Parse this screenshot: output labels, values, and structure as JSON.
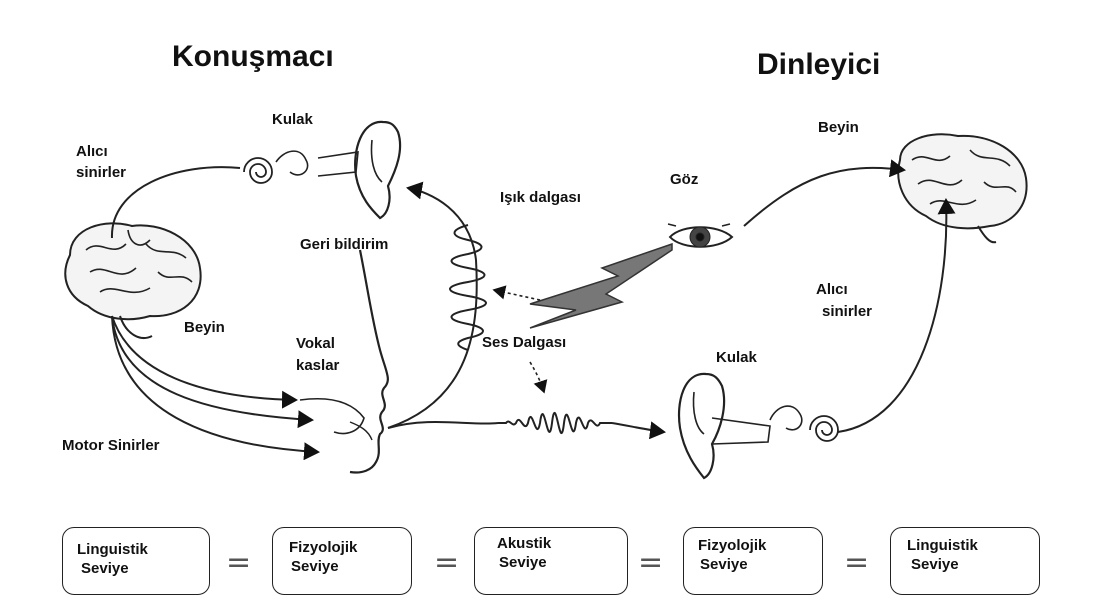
{
  "titles": {
    "speaker": "Konuşmacı",
    "listener": "Dinleyici"
  },
  "speaker": {
    "ear": "Kulak",
    "afferent_nerves": [
      "Alıcı",
      "sinirler"
    ],
    "brain": "Beyin",
    "feedback": "Geri bildirim",
    "vocal_muscles": [
      "Vokal",
      "kaslar"
    ],
    "motor_nerves": "Motor Sinirler"
  },
  "middle": {
    "light_wave": "Işık dalgası",
    "eye": "Göz",
    "sound_wave": "Ses Dalgası"
  },
  "listener": {
    "brain": "Beyin",
    "afferent_nerves": [
      "Alıcı",
      "sinirler"
    ],
    "ear": "Kulak"
  },
  "levels": [
    {
      "line1": "Linguistik",
      "line2": "Seviye"
    },
    {
      "line1": "Fizyolojik",
      "line2": "Seviye"
    },
    {
      "line1": "Akustik",
      "line2": "Seviye"
    },
    {
      "line1": "Fizyolojik",
      "line2": "Seviye"
    },
    {
      "line1": "Linguistik",
      "line2": "Seviye"
    }
  ],
  "equals_symbol": "="
}
